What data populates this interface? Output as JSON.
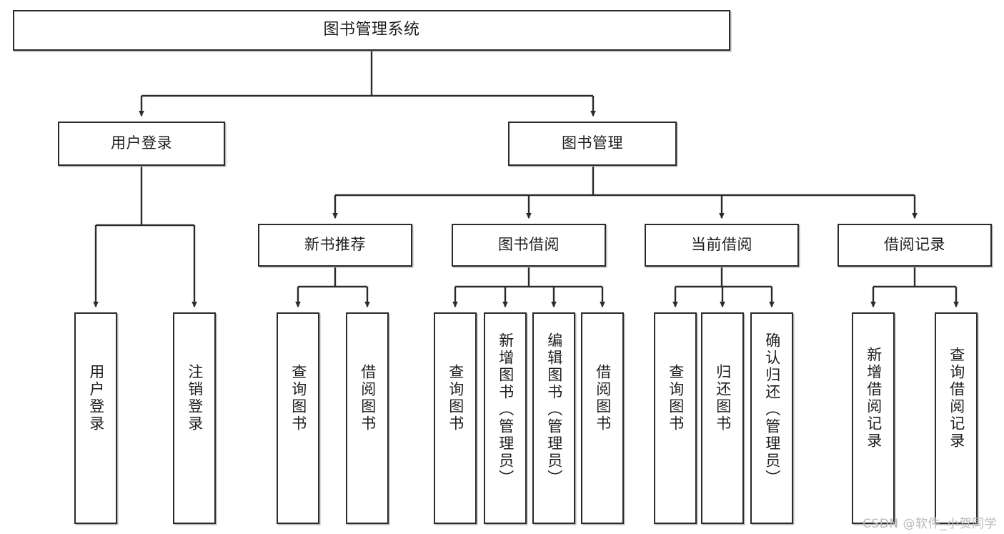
{
  "diagram": {
    "type": "tree-hierarchy-chart",
    "title": "图书管理系统",
    "line_color": "#2b2b2b",
    "box_fill": "#ffffff",
    "box_border": "#2b2b2b",
    "text_color": "#1d1d1d",
    "watermark": "CSDN @软件_小贺同学",
    "watermark_color": "#b8b8b8"
  },
  "nodes": {
    "root": {
      "label": "图书管理系统"
    },
    "level2": [
      {
        "id": "user-login",
        "label": "用户登录"
      },
      {
        "id": "book-management",
        "label": "图书管理"
      }
    ],
    "level3": [
      {
        "id": "new-book-recommend",
        "label": "新书推荐"
      },
      {
        "id": "book-borrow",
        "label": "图书借阅"
      },
      {
        "id": "current-borrow",
        "label": "当前借阅"
      },
      {
        "id": "borrow-record",
        "label": "借阅记录"
      }
    ],
    "leaves": {
      "user_login": [
        {
          "id": "leaf-user-login",
          "label": "用户登录"
        },
        {
          "id": "leaf-logout",
          "label": "注销登录"
        }
      ],
      "new_book_recommend": [
        {
          "id": "leaf-query-book-1",
          "label": "查询图书"
        },
        {
          "id": "leaf-borrow-book-1",
          "label": "借阅图书"
        }
      ],
      "book_borrow": [
        {
          "id": "leaf-query-book-2",
          "label": "查询图书"
        },
        {
          "id": "leaf-add-book",
          "label": "新增图书（管理员）"
        },
        {
          "id": "leaf-edit-book",
          "label": "编辑图书（管理员）"
        },
        {
          "id": "leaf-borrow-book-2",
          "label": "借阅图书"
        }
      ],
      "current_borrow": [
        {
          "id": "leaf-query-book-3",
          "label": "查询图书"
        },
        {
          "id": "leaf-return-book",
          "label": "归还图书"
        },
        {
          "id": "leaf-confirm-return",
          "label": "确认归还（管理员）"
        }
      ],
      "borrow_record": [
        {
          "id": "leaf-add-record",
          "label": "新增借阅记录"
        },
        {
          "id": "leaf-query-record",
          "label": "查询借阅记录"
        }
      ]
    }
  }
}
